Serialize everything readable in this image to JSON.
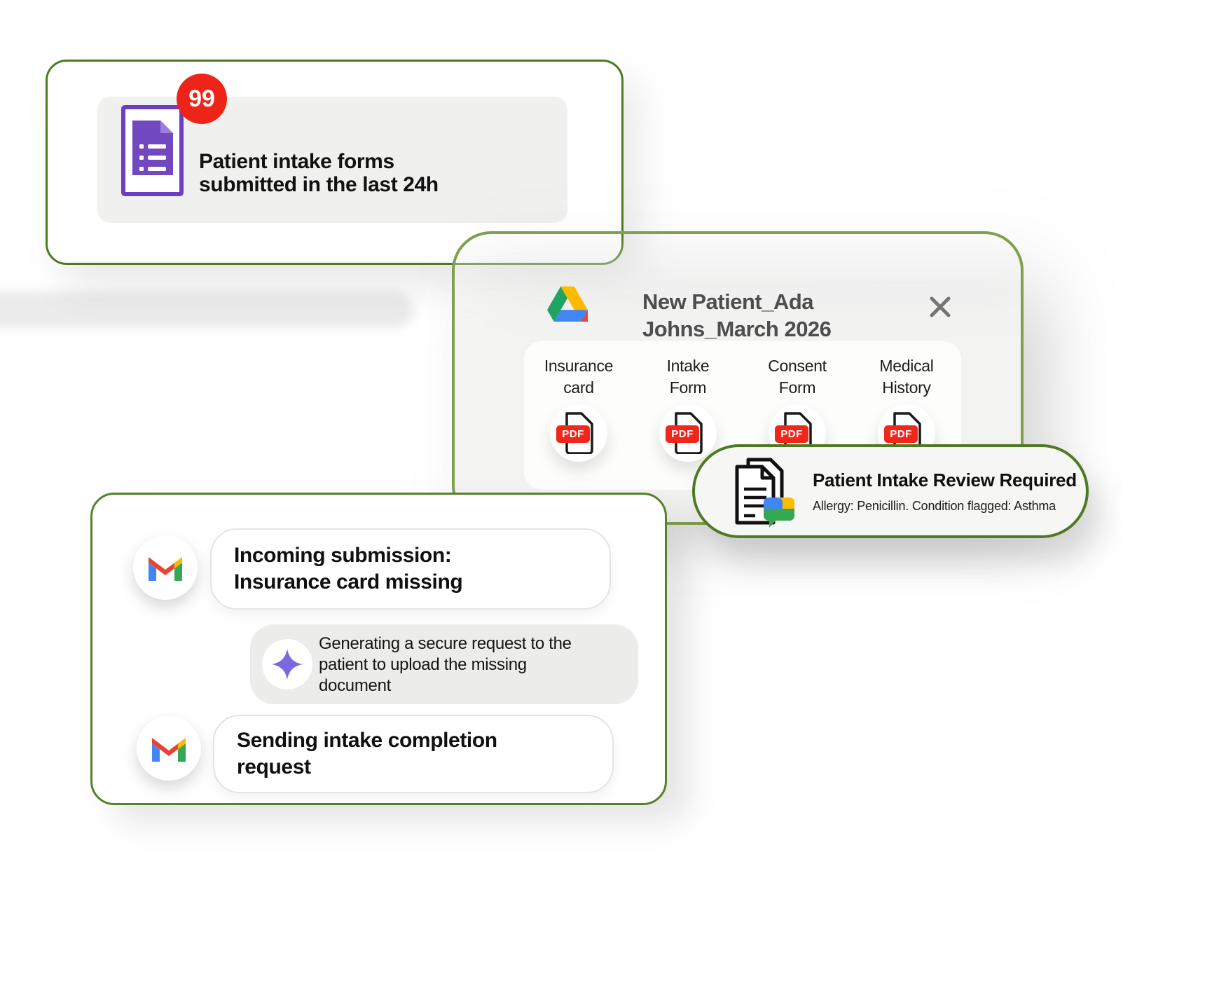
{
  "colors": {
    "border_dark_green": "#4C7B23",
    "border_card_green": "#4E7A22",
    "border_sage_green": "#7FA04D",
    "border_workflow_green": "#55812A",
    "badge_red": "#EE2418",
    "pdf_red": "#F2271C",
    "forms_purple": "#7248C0",
    "sparkle_purple": "#7C67E2",
    "google_blue": "#4285F4",
    "google_red": "#EA4335",
    "google_yellow": "#FBBC04",
    "google_green": "#34A853"
  },
  "forms_card": {
    "badge_count": "99",
    "line1": "Patient intake forms",
    "line2": "submitted in the last 24h"
  },
  "drive_card": {
    "title_line1": "New Patient_Ada",
    "title_line2": "Johns_March 2026",
    "pdf_label": "PDF",
    "columns": [
      {
        "line1": "Insurance",
        "line2": "card"
      },
      {
        "line1": "Intake",
        "line2": "Form"
      },
      {
        "line1": "Consent",
        "line2": "Form"
      },
      {
        "line1": "Medical",
        "line2": "History"
      }
    ]
  },
  "review_pill": {
    "title": "Patient Intake Review Required",
    "subtitle": "Allergy: Penicillin. Condition flagged: Asthma"
  },
  "workflow_card": {
    "message1_line1": "Incoming submission:",
    "message1_line2": "Insurance card missing",
    "ai_line1": "Generating a secure request to the",
    "ai_line2": "patient to upload the missing",
    "ai_line3": "document",
    "message2_line1": "Sending intake completion",
    "message2_line2": "request"
  }
}
